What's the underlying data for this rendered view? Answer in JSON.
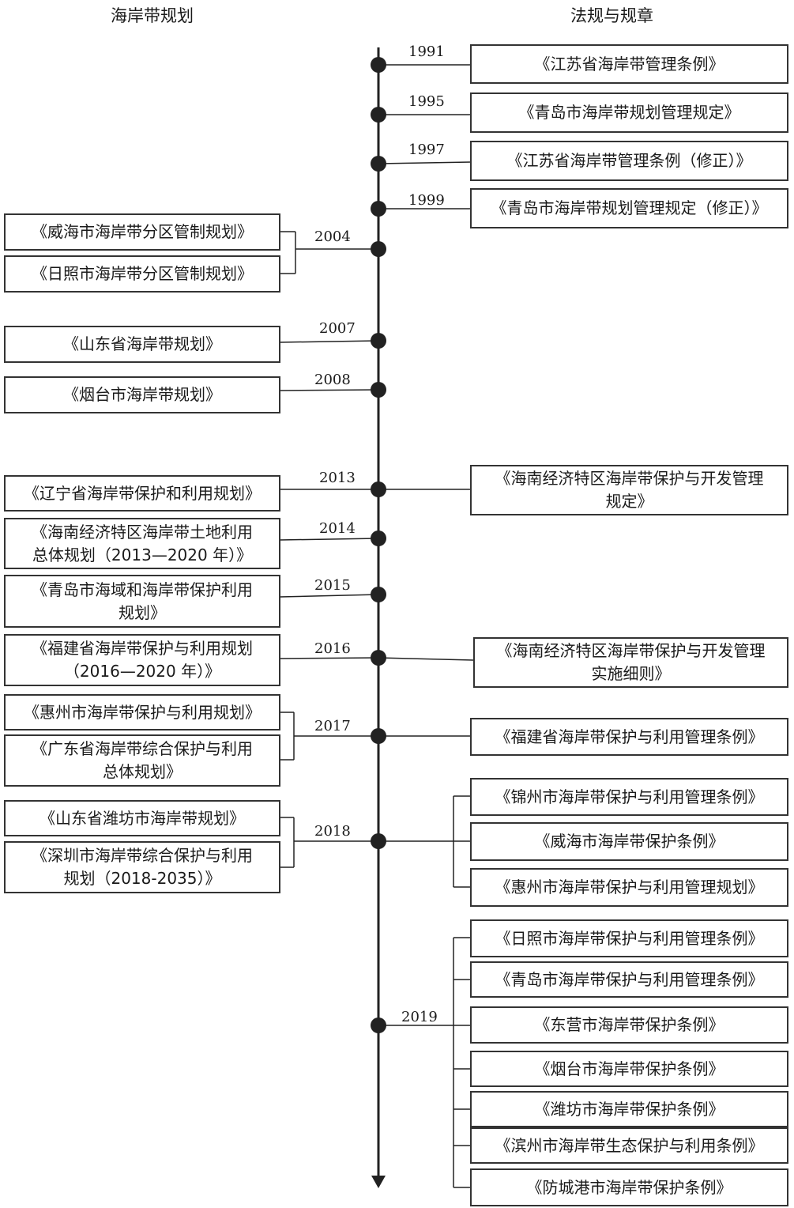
{
  "headers": {
    "left": "海岸带规划",
    "right": "法规与规章"
  },
  "years": [
    "1991",
    "1995",
    "1997",
    "1999",
    "2004",
    "2007",
    "2008",
    "2013",
    "2014",
    "2015",
    "2016",
    "2017",
    "2018",
    "2019"
  ],
  "plans": {
    "p2004a": "《威海市海岸带分区管制规划》",
    "p2004b": "《日照市海岸带分区管制规划》",
    "p2007": "《山东省海岸带规划》",
    "p2008": "《烟台市海岸带规划》",
    "p2013": "《辽宁省海岸带保护和利用规划》",
    "p2014": "《海南经济特区海岸带土地利用\n总体规划（2013—2020 年）》",
    "p2015": "《青岛市海域和海岸带保护利用\n规划》",
    "p2016": "《福建省海岸带保护与利用规划\n（2016—2020 年）》",
    "p2017a": "《惠州市海岸带保护与利用规划》",
    "p2017b": "《广东省海岸带综合保护与利用\n总体规划》",
    "p2018a": "《山东省潍坊市海岸带规划》",
    "p2018b": "《深圳市海岸带综合保护与利用\n规划（2018-2035）》"
  },
  "regulations": {
    "r1991": "《江苏省海岸带管理条例》",
    "r1995": "《青岛市海岸带规划管理规定》",
    "r1997": "《江苏省海岸带管理条例（修正）》",
    "r1999": "《青岛市海岸带规划管理规定（修正）》",
    "r2013": "《海南经济特区海岸带保护与开发管理\n规定》",
    "r2016": "《海南经济特区海岸带保护与开发管理\n实施细则》",
    "r2017": "《福建省海岸带保护与利用管理条例》",
    "r2018a": "《锦州市海岸带保护与利用管理条例》",
    "r2018b": "《威海市海岸带保护条例》",
    "r2018c": "《惠州市海岸带保护与利用管理规划》",
    "r2019a": "《日照市海岸带保护与利用管理条例》",
    "r2019b": "《青岛市海岸带保护与利用管理条例》",
    "r2019c": "《东营市海岸带保护条例》",
    "r2019d": "《烟台市海岸带保护条例》",
    "r2019e": "《潍坊市海岸带保护条例》",
    "r2019f": "《滨州市海岸带生态保护与利用条例》",
    "r2019g": "《防城港市海岸带保护条例》"
  }
}
